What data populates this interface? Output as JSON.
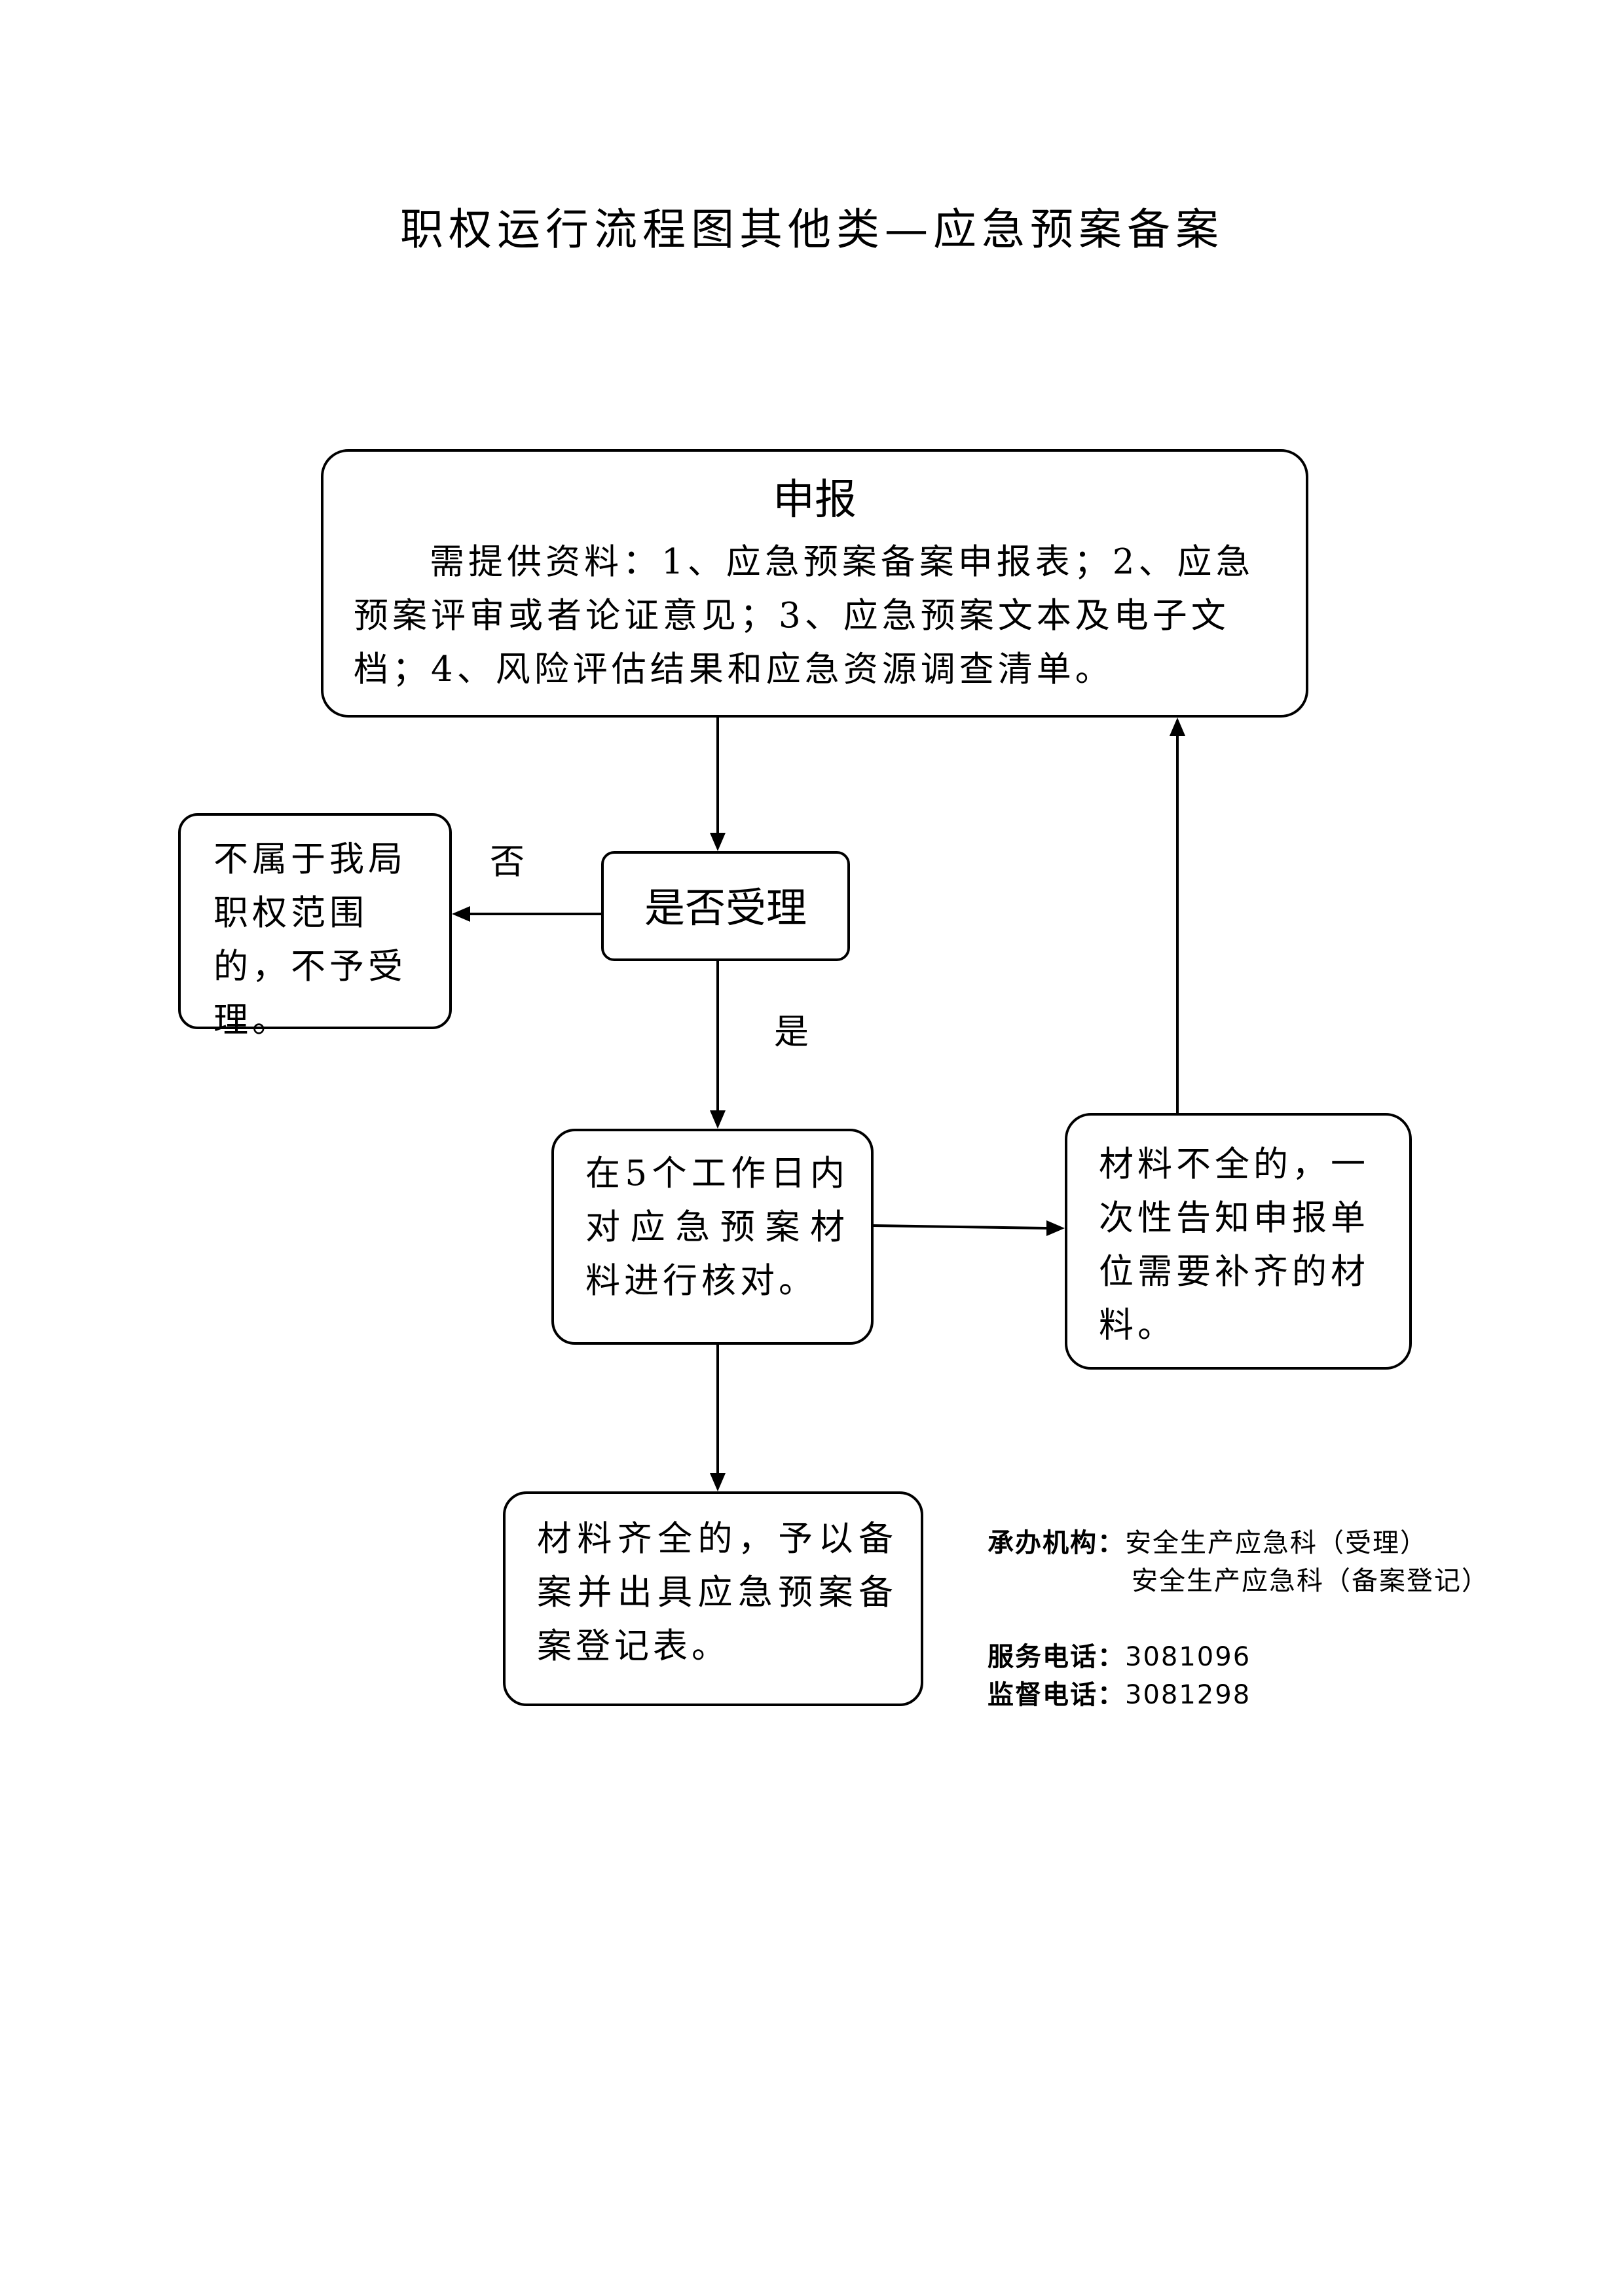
{
  "title": "职权运行流程图其他类—应急预案备案",
  "nodes": {
    "apply": {
      "heading": "申报",
      "text": "需提供资料：1、应急预案备案申报表；2、应急预案评审或者论证意见；3、应急预案文本及电子文档；4、风险评估结果和应急资源调查清单。"
    },
    "decision": {
      "heading": "是否受理"
    },
    "reject": {
      "text": "不属于我局职权范围的，不予受理。"
    },
    "check": {
      "text": "在5个工作日内对应急预案材料进行核对。"
    },
    "incomplete": {
      "text": "材料不全的，一次性告知申报单位需要补齐的材料。"
    },
    "complete": {
      "text": "材料齐全的，予以备案并出具应急预案备案登记表。"
    }
  },
  "edges": {
    "no_label": "否",
    "yes_label": "是"
  },
  "info": {
    "org_label": "承办机构：",
    "org_line1": "安全生产应急科（受理）",
    "org_line2": "安全生产应急科（备案登记）",
    "service_label": "服务电话：",
    "service_phone": "3081096",
    "supervise_label": "监督电话：",
    "supervise_phone": "3081298"
  }
}
